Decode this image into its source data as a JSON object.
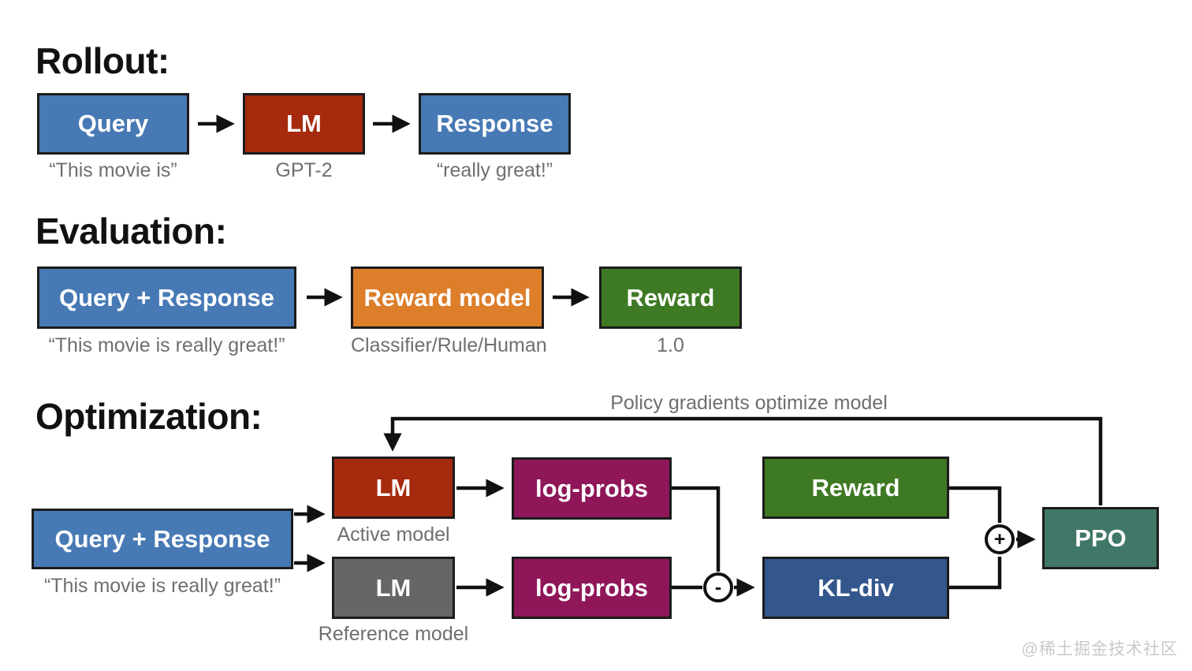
{
  "colors": {
    "blue": "#4779b5",
    "red": "#a52a0e",
    "orange": "#dd7e2b",
    "green": "#3e7a24",
    "magenta": "#8e1659",
    "navy": "#33568c",
    "teal": "#417768",
    "gray": "#666666"
  },
  "sections": {
    "rollout": {
      "heading": "Rollout:",
      "boxes": [
        {
          "label": "Query",
          "caption": "“This movie is”"
        },
        {
          "label": "LM",
          "caption": "GPT-2"
        },
        {
          "label": "Response",
          "caption": "“really great!”"
        }
      ]
    },
    "evaluation": {
      "heading": "Evaluation:",
      "boxes": [
        {
          "label": "Query + Response",
          "caption": "“This movie is really great!”"
        },
        {
          "label": "Reward model",
          "caption": "Classifier/Rule/Human"
        },
        {
          "label": "Reward",
          "caption": "1.0"
        }
      ]
    },
    "optimization": {
      "heading": "Optimization:",
      "feedback_label": "Policy gradients optimize model",
      "query_box": {
        "label": "Query + Response",
        "caption": "“This movie is really great!”"
      },
      "active_lm": {
        "label": "LM",
        "caption": "Active model"
      },
      "reference_lm": {
        "label": "LM",
        "caption": "Reference model"
      },
      "logprobs_active": {
        "label": "log-probs"
      },
      "logprobs_reference": {
        "label": "log-probs"
      },
      "reward": {
        "label": "Reward"
      },
      "kl_div": {
        "label": "KL-div"
      },
      "ppo": {
        "label": "PPO"
      },
      "minus_operator": "-",
      "plus_operator": "+"
    }
  },
  "watermark": "@稀土掘金技术社区"
}
